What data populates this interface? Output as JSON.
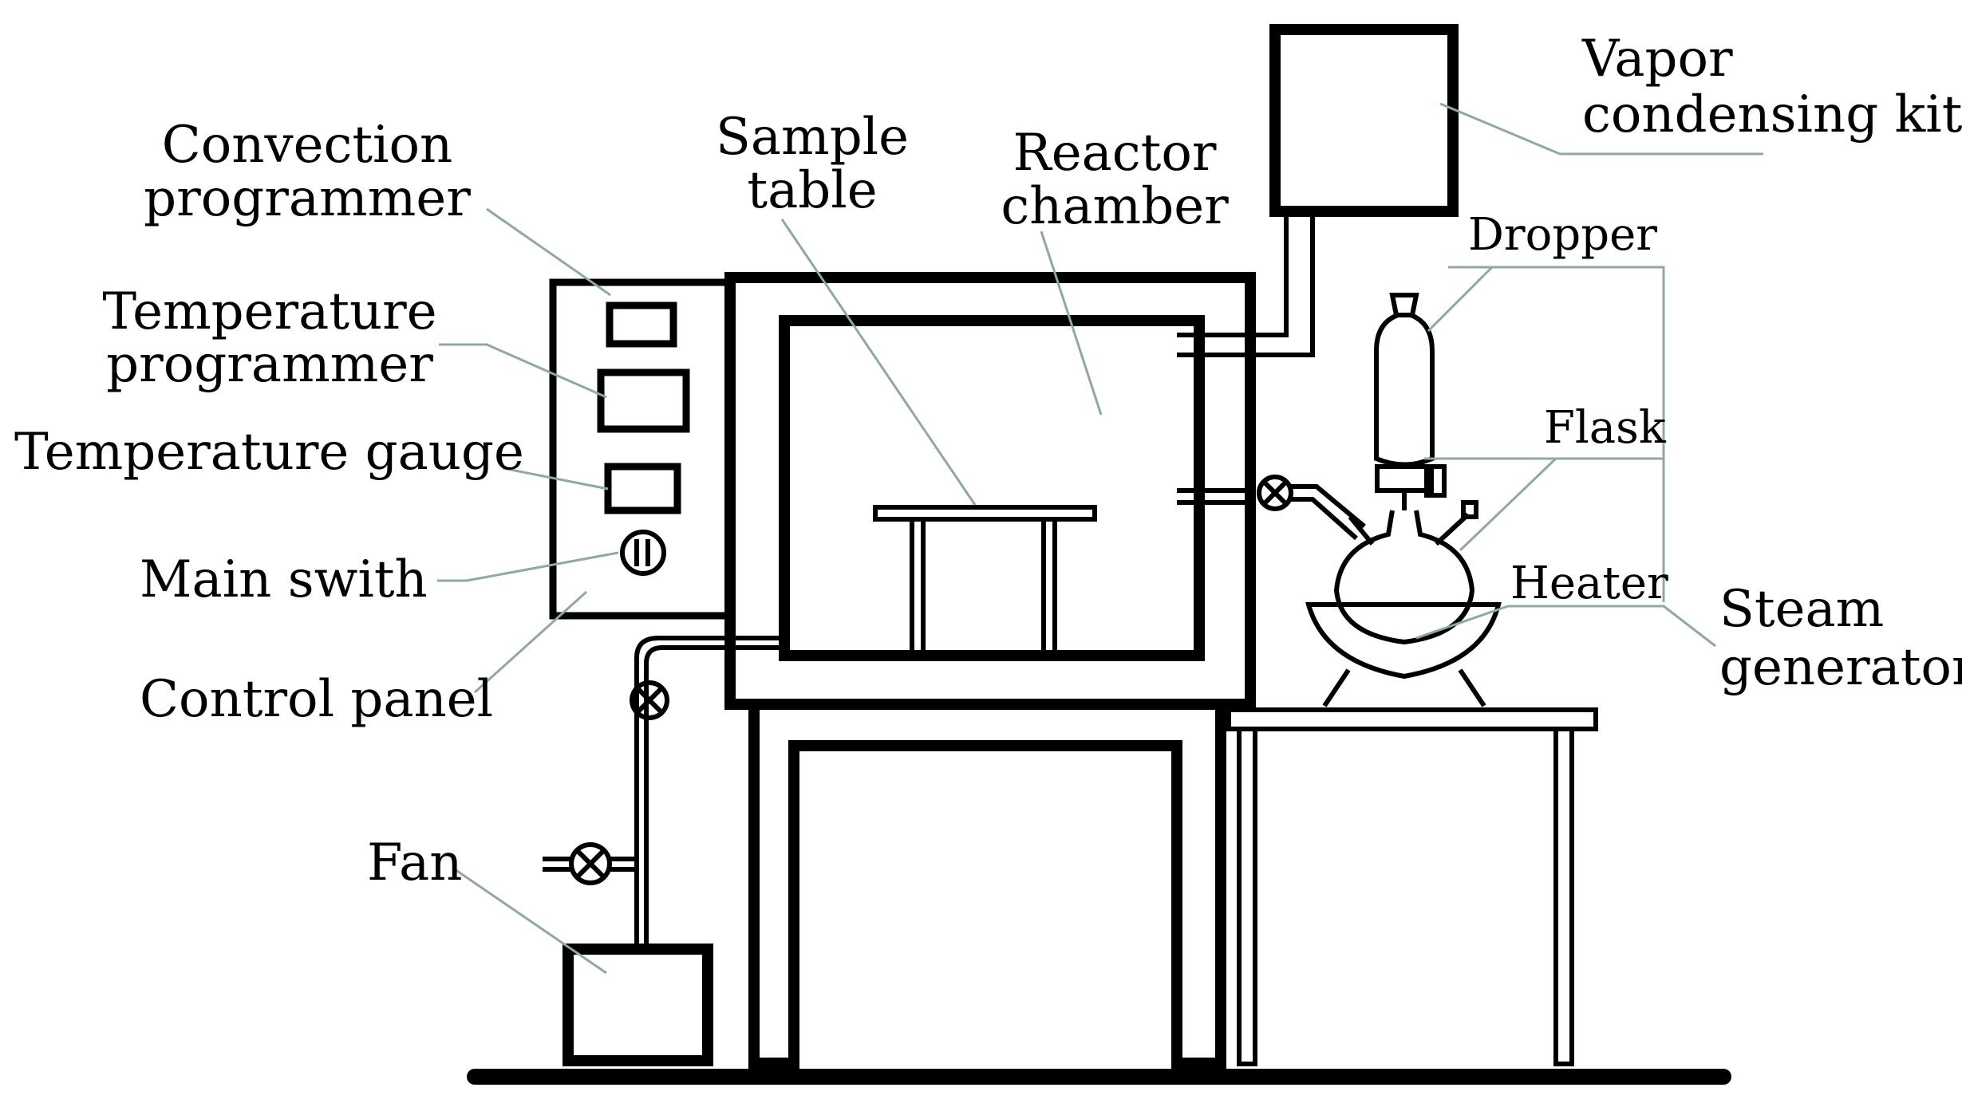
{
  "labels": {
    "vapor_condensing_kit": [
      "Vapor",
      "condensing kit"
    ],
    "convection_programmer": [
      "Convection",
      "programmer"
    ],
    "sample_table": [
      "Sample",
      "table"
    ],
    "reactor_chamber": [
      "Reactor",
      "chamber"
    ],
    "dropper": "Dropper",
    "temperature_programmer": [
      "Temperature",
      "programmer"
    ],
    "flask": "Flask",
    "temperature_gauge": "Temperature gauge",
    "heater": "Heater",
    "main_switch": "Main swith",
    "steam_generator": [
      "Steam",
      "generator"
    ],
    "control_panel": "Control panel",
    "fan": "Fan"
  }
}
